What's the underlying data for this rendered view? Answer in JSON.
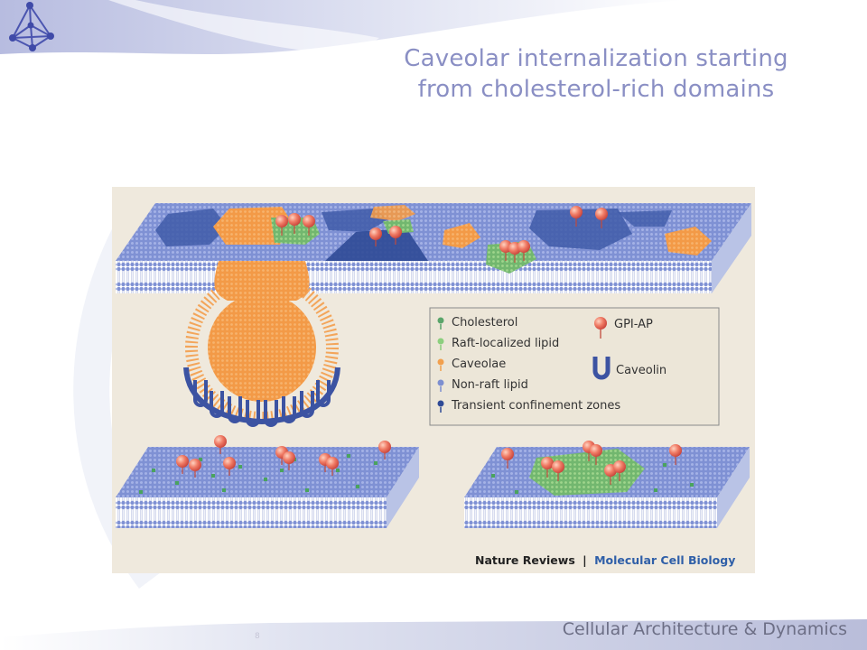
{
  "slide": {
    "title_line1": "Caveolar internalization starting",
    "title_line2": "from cholesterol-rich domains",
    "footer": "Cellular Architecture & Dynamics",
    "page_number": "8"
  },
  "figure": {
    "legend": [
      {
        "label": "Cholesterol",
        "color": "#5aa56a"
      },
      {
        "label": "Raft-localized lipid",
        "color": "#8ccf7e"
      },
      {
        "label": "Caveolae",
        "color": "#f2a04e"
      },
      {
        "label": "Non-raft lipid",
        "color": "#7d8fd0"
      },
      {
        "label": "Transient confinement zones",
        "color": "#2f4a96"
      }
    ],
    "legend_gpi": "GPI-AP",
    "legend_caveolin": "Caveolin",
    "credit_journal": "Nature Reviews",
    "credit_separator": "|",
    "credit_subject": "Molecular Cell Biology"
  }
}
